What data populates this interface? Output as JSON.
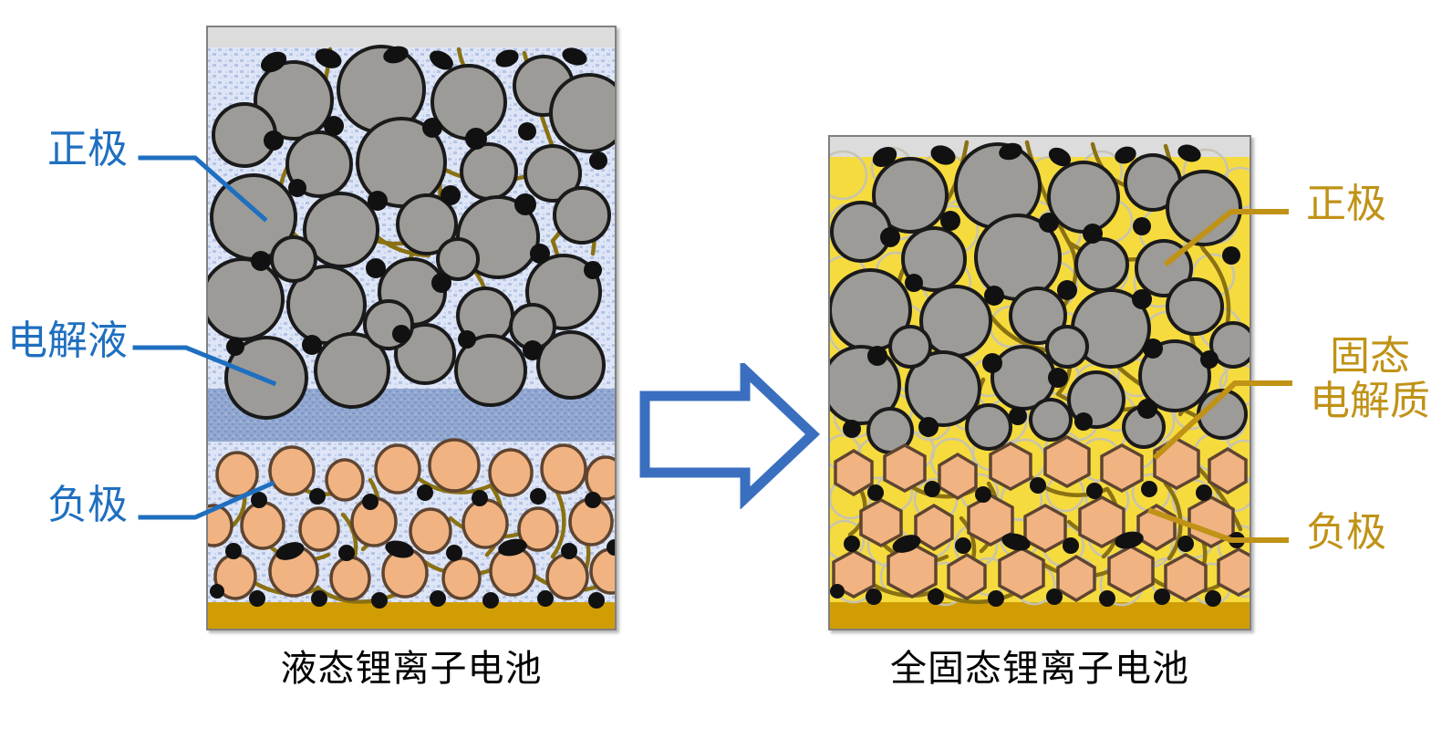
{
  "figure": {
    "title_visible": false,
    "background": "#ffffff"
  },
  "colors": {
    "cathode_particle": "#9D9B97",
    "cathode_outline": "#1A1A1A",
    "anode_particle": "#F0B381",
    "anode_outline": "#5E4430",
    "conductive_additive": "#111111",
    "binder": "#8A7112",
    "liquid_electrolyte_bg": "#DCE4F5",
    "liquid_electrolyte_pattern": "#A8B9DE",
    "separator": "#8EA4CE",
    "solid_electrolyte": "#F6DB3E",
    "solid_electrolyte_outline": "#BDBDBD",
    "current_collector_bottom": "#D19D04",
    "current_collector_top": "#DCDCDC",
    "frame_stroke": "#808080",
    "arrow_stroke": "#3A6FBF",
    "label_blue": "#1F6FC0",
    "label_gold": "#C09216"
  },
  "left_cell": {
    "caption": "液态锂离子电池",
    "labels": [
      {
        "id": "cathode",
        "text": "正极",
        "color": "#1F6FC0"
      },
      {
        "id": "electrolyte",
        "text": "电解液",
        "color": "#1F6FC0"
      },
      {
        "id": "anode",
        "text": "负极",
        "color": "#1F6FC0"
      }
    ],
    "layers": [
      {
        "name": "top-current-collector",
        "fill": "#DCDCDC"
      },
      {
        "name": "cathode-layer",
        "fill": "#DCE4F5"
      },
      {
        "name": "separator",
        "fill": "#8EA4CE"
      },
      {
        "name": "anode-layer",
        "fill": "#DCE4F5"
      },
      {
        "name": "bottom-current-collector",
        "fill": "#D19D04"
      }
    ]
  },
  "right_cell": {
    "caption": "全固态锂离子电池",
    "labels": [
      {
        "id": "cathode",
        "text": "正极",
        "color": "#C09216"
      },
      {
        "id": "solid-electrolyte",
        "text_line1": "固态",
        "text_line2": "电解质",
        "color": "#C09216"
      },
      {
        "id": "anode",
        "text": "负极",
        "color": "#C09216"
      }
    ],
    "layers": [
      {
        "name": "top-current-collector",
        "fill": "#DCDCDC"
      },
      {
        "name": "cathode-layer",
        "fill": "#F6DB3E"
      },
      {
        "name": "solid-electrolyte-layer",
        "fill": "#F6DB3E"
      },
      {
        "name": "anode-layer",
        "fill": "#F6DB3E"
      },
      {
        "name": "bottom-current-collector",
        "fill": "#D19D04"
      }
    ]
  },
  "arrow": {
    "name": "transition-arrow",
    "direction": "right",
    "stroke": "#3A6FBF",
    "fill": "#FFFFFF"
  }
}
